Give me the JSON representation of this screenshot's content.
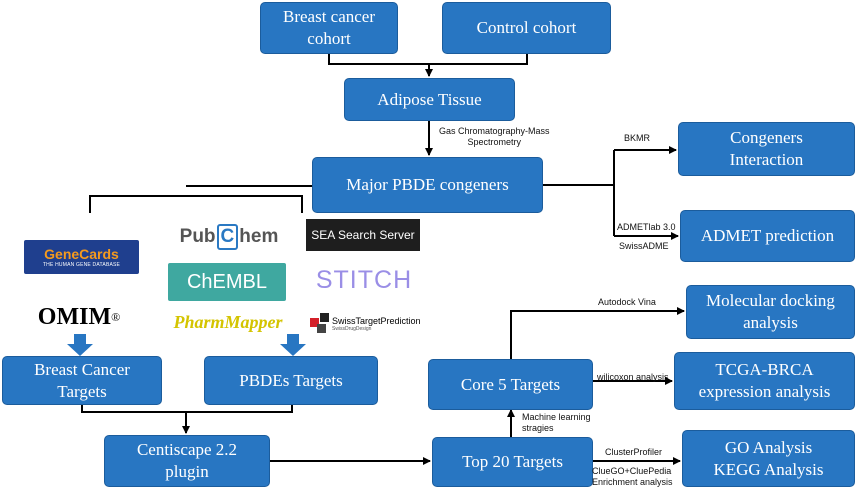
{
  "boxes": {
    "breast_cancer_cohort": "Breast cancer\ncohort",
    "control_cohort": "Control cohort",
    "adipose_tissue": "Adipose Tissue",
    "major_pbde": "Major PBDE congeners",
    "congeners_interaction": "Congeners\nInteraction",
    "admet_prediction": "ADMET prediction",
    "molecular_docking": "Molecular docking\nanalysis",
    "tcga_brca": "TCGA-BRCA\nexpression analysis",
    "core5": "Core 5 Targets",
    "breast_cancer_targets": "Breast Cancer\nTargets",
    "pbdes_targets": "PBDEs Targets",
    "centiscape": "Centiscape 2.2\nplugin",
    "top20": "Top 20 Targets",
    "go_kegg": "GO Analysis\nKEGG Analysis"
  },
  "labels": {
    "gcms": "Gas Chromatography-Mass\nSpectrometry",
    "bkmr": "BKMR",
    "admetlab": "ADMETlab 3.0",
    "swissadme": "SwissADME",
    "autodock": "Autodock Vina",
    "wilcoxon": "wilicoxon analysis",
    "machine_learning": "Machine learning\nstragies",
    "clusterprofiler": "ClusterProfiler",
    "cluego": "ClueGO+CluePedia\nEnrichment analysis"
  },
  "logos": {
    "genecards": "GeneCards",
    "genecards_sub": "THE HUMAN GENE DATABASE",
    "omim": "OMIM",
    "omim_mark": "®",
    "pubchem_a": "Pub",
    "pubchem_b": "C",
    "pubchem_c": "hem",
    "chembl": "ChEMBL",
    "pharmmapper": "PharmMapper",
    "sea": "SEA Search Server",
    "stitch": "STITCH",
    "swiss": "SwissTargetPrediction",
    "swiss_sub": "SwissDrugDesign"
  },
  "colors": {
    "box_fill": "#2876c2",
    "arrow": "#000000"
  }
}
